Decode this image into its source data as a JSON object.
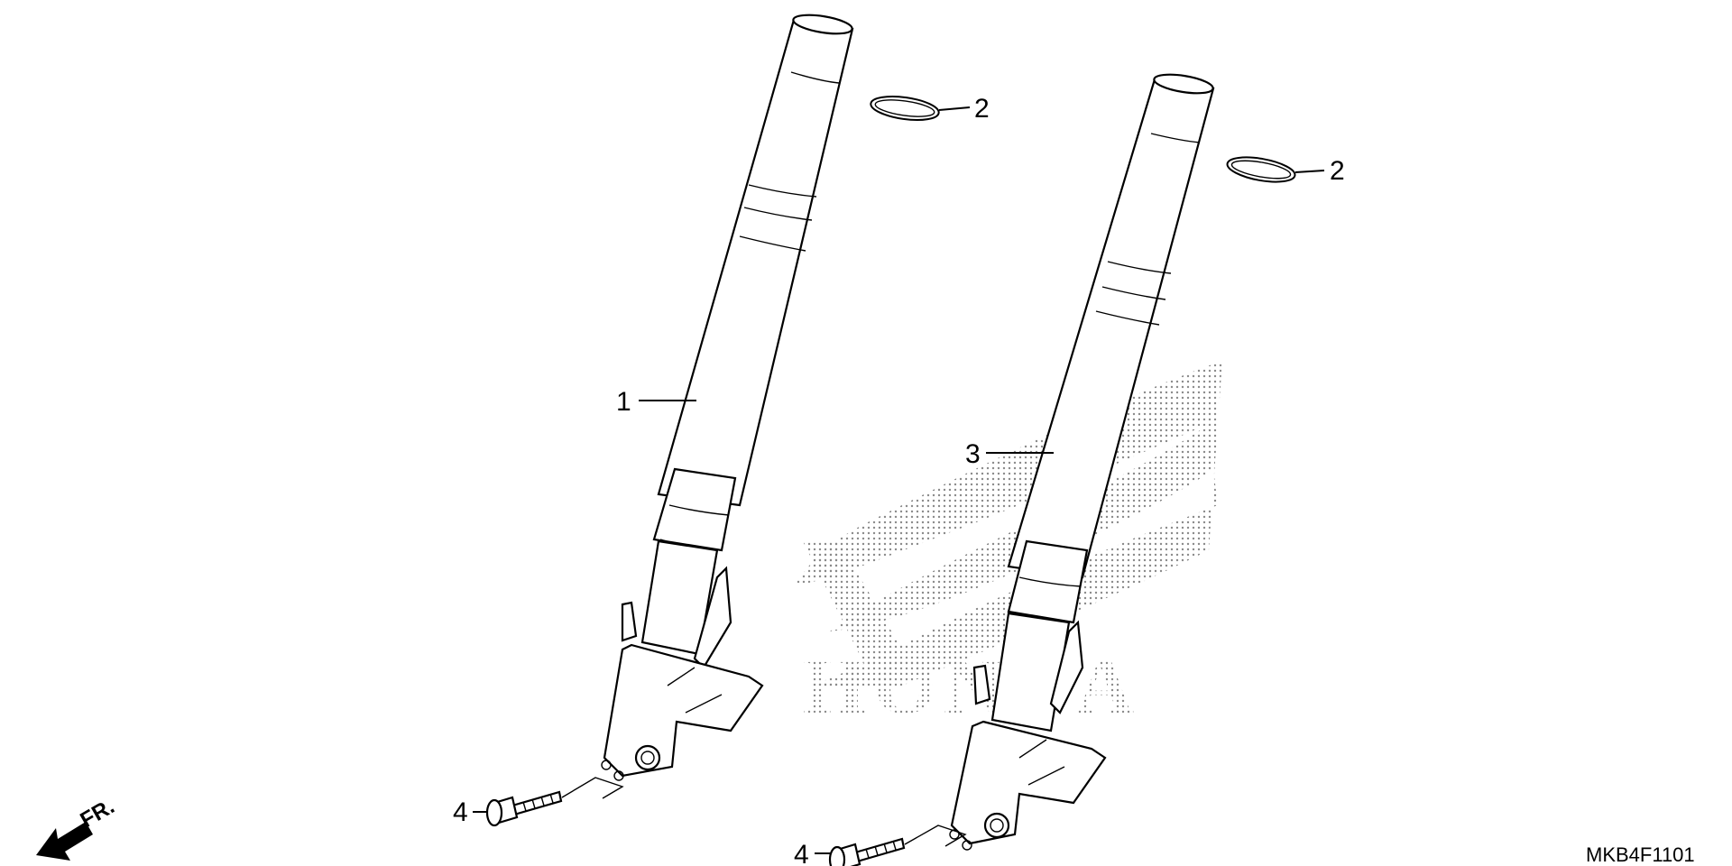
{
  "diagram": {
    "callouts": [
      {
        "id": "c1",
        "label": "1"
      },
      {
        "id": "c2a",
        "label": "2"
      },
      {
        "id": "c2b",
        "label": "2"
      },
      {
        "id": "c3",
        "label": "3"
      },
      {
        "id": "c4a",
        "label": "4"
      },
      {
        "id": "c4b",
        "label": "4"
      }
    ],
    "direction_label": "FR.",
    "diagram_code": "MKB4F1101",
    "watermark_text": "HONDA"
  },
  "colors": {
    "line": "#000000",
    "background": "#ffffff",
    "watermark": "#8a8a8a"
  }
}
